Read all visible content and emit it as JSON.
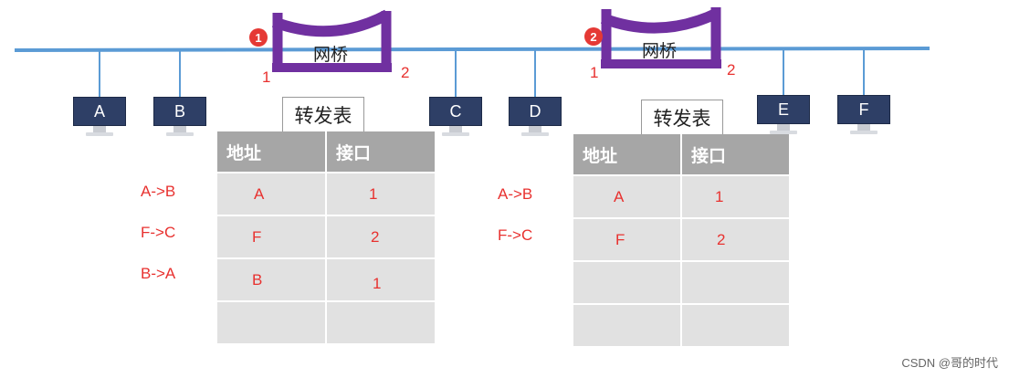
{
  "network": {
    "line_color": "#5b9bd5",
    "bridge_color": "#7030a0",
    "accent_red": "#e8312f"
  },
  "hosts": [
    "A",
    "B",
    "C",
    "D",
    "E",
    "F"
  ],
  "bridges": [
    {
      "badge": "1",
      "label": "网桥",
      "port_left": "1",
      "port_right": "2"
    },
    {
      "badge": "2",
      "label": "网桥",
      "port_left": "1",
      "port_right": "2"
    }
  ],
  "tables": [
    {
      "title": "转发表",
      "headers": [
        "地址",
        "接口"
      ],
      "rows": [
        [
          "A",
          "1"
        ],
        [
          "F",
          "2"
        ],
        [
          "B",
          "1"
        ],
        [
          "",
          ""
        ]
      ]
    },
    {
      "title": "转发表",
      "headers": [
        "地址",
        "接口"
      ],
      "rows": [
        [
          "A",
          "1"
        ],
        [
          "F",
          "2"
        ],
        [
          "",
          ""
        ],
        [
          "",
          ""
        ]
      ]
    }
  ],
  "frames_left": [
    "A->B",
    "F->C",
    "B->A"
  ],
  "frames_right": [
    "A->B",
    "F->C"
  ],
  "watermark": "CSDN @哥的时代"
}
